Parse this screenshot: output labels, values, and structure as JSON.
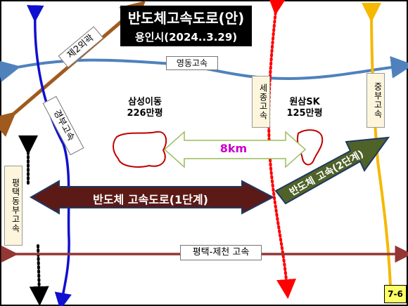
{
  "title": "반도체고속도로(안)",
  "subtitle": "용인시(2024..3.29)",
  "roads": {
    "ring2": "제2외곽",
    "yeongdong": "영동고속",
    "sejong": "세종고속",
    "gyeongbu": "경부고속",
    "jungbu": "중부고속",
    "pyeongtaek_dongbu": "평택동부고속",
    "pyeongtaek_jecheon": "평택-제천 고속"
  },
  "sites": {
    "samsung_name": "삼성이동",
    "samsung_area": "226만평",
    "sk_name": "원삼SK",
    "sk_area": "125만평"
  },
  "distance": "8km",
  "stage1": "반도체 고속도로(1단계)",
  "stage2": "반도체 고속(2단계)",
  "page_number": "7-6",
  "colors": {
    "yeongdong": "#4f81bd",
    "gyeongbu": "#1010d0",
    "sejong": "#ff0000",
    "jungbu": "#f5b800",
    "ring2": "#a05a1e",
    "jecheon": "#943634",
    "stage1": "#5b1a16",
    "stage2": "#4f6228",
    "distance": "#cc00cc"
  }
}
